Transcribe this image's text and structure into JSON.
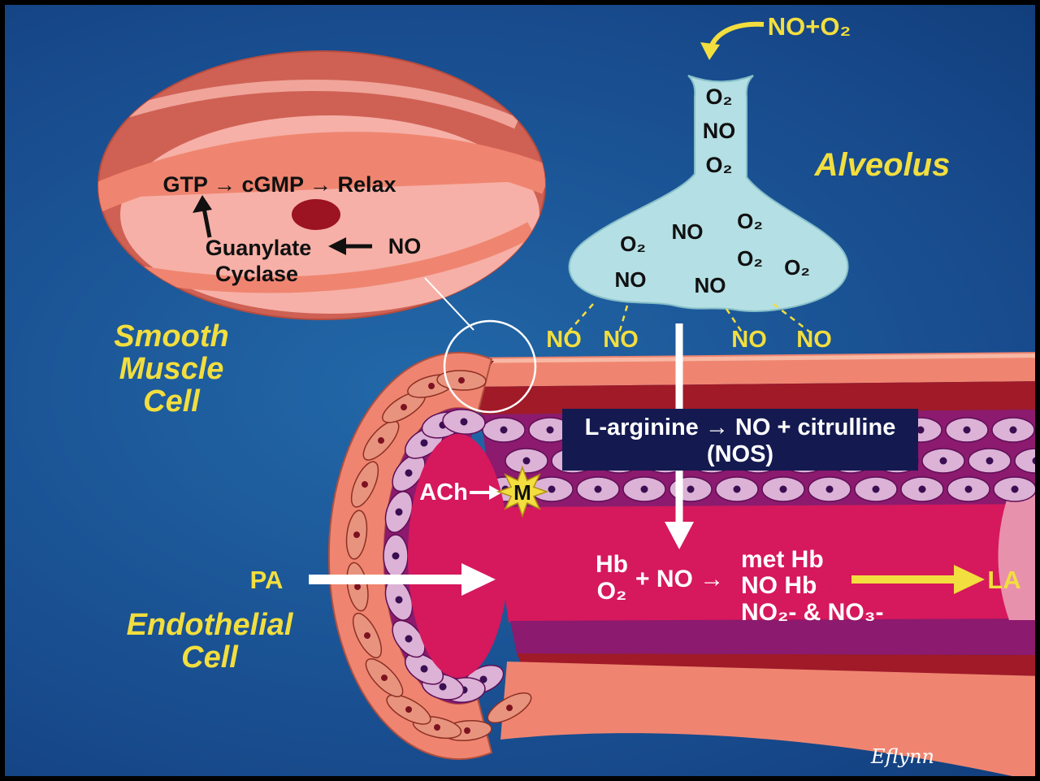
{
  "colors": {
    "yellow": "#f2de3e",
    "bg-light": "#2268a8",
    "bg-mid": "#17498b",
    "bg-dark": "#0b2f66",
    "salmon": "#ef8570",
    "salmon-dark": "#cf6154",
    "salmon-light": "#f6b0a7",
    "dark-red": "#a01a28",
    "magenta": "#8c1a6e",
    "lavender": "#dcb2d6",
    "crimson": "#d6185c",
    "navy": "#141a50",
    "alv-blue": "#b4dfe4",
    "pink-cut": "#e891ac"
  },
  "labels": {
    "smooth_muscle_cell": [
      "Smooth",
      "Muscle",
      "Cell"
    ],
    "endothelial_cell": [
      "Endothelial",
      "Cell"
    ],
    "signature": "Eflynn"
  },
  "muscle_cell": {
    "reaction": "GTP → cGMP → Relax",
    "enzyme_line1": "Guanylate",
    "enzyme_line2": "Cyclase",
    "no": "NO"
  },
  "alveolus": {
    "label": "Alveolus",
    "inlet_label": "NO+O₂",
    "stalk_molecules": [
      "O₂",
      "NO",
      "O₂"
    ],
    "bulb_molecules": [
      "O₂",
      "NO",
      "O₂",
      "NO",
      "O₂",
      "O₂",
      "NO"
    ],
    "released_no": [
      "NO",
      "NO",
      "NO",
      "NO"
    ]
  },
  "nos_box": {
    "line1": "L-arginine → NO + citrulline",
    "line2": "(NOS)"
  },
  "receptor": {
    "ach": "ACh",
    "m": "M"
  },
  "lumen": {
    "hb": "Hb",
    "o2": "O₂",
    "plus_no": "+ NO →",
    "products": [
      "met Hb",
      "NO Hb",
      "NO₂- & NO₃-"
    ]
  },
  "flow": {
    "inlet": "PA",
    "outlet": "LA"
  }
}
